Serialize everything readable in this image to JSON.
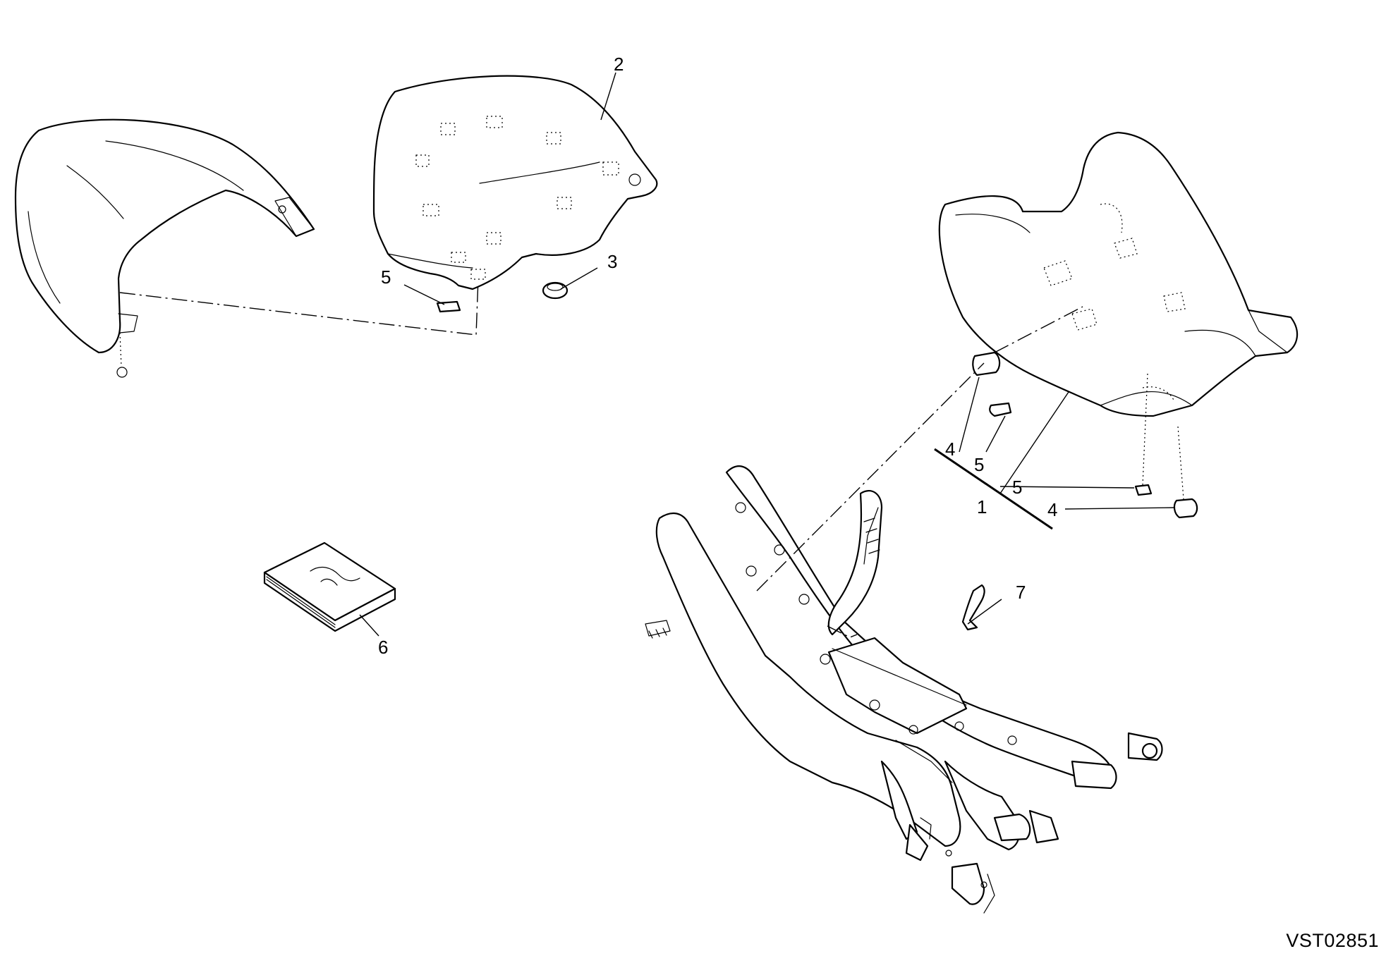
{
  "callouts": {
    "c1": "1",
    "c2": "2",
    "c3": "3",
    "c4a": "4",
    "c4b": "4",
    "c5a": "5",
    "c5b": "5",
    "c5c": "5",
    "c6": "6",
    "c7": "7"
  },
  "drawing_code": "VST02851"
}
